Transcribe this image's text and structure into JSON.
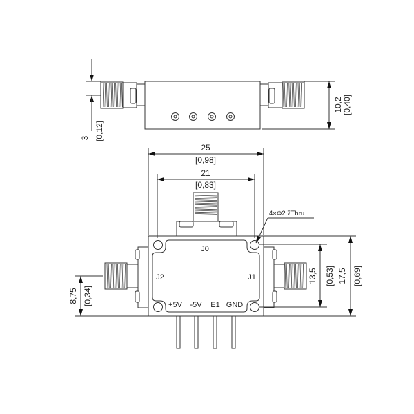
{
  "top_view": {
    "dim_height": {
      "value": "10,2",
      "inch": "[0,40]"
    },
    "dim_offset": {
      "value": "3",
      "inch": "[0,12]"
    }
  },
  "bottom_view": {
    "dim_width": {
      "value": "25",
      "inch": "[0,98]"
    },
    "dim_hole_spacing_x": {
      "value": "21",
      "inch": "[0,83]"
    },
    "dim_hole_spacing_y": {
      "value": "13,5",
      "inch": "[0,53]"
    },
    "dim_height": {
      "value": "17,5",
      "inch": "[0,69]"
    },
    "dim_connector_offset": {
      "value": "8,75",
      "inch": "[0,34]"
    },
    "hole_note": "4×Φ2.7Thru",
    "ports": {
      "j0": "J0",
      "j1": "J1",
      "j2": "J2"
    },
    "pins": [
      "+5V",
      "-5V",
      "E1",
      "GND"
    ]
  },
  "colors": {
    "line": "#333333",
    "background": "#ffffff"
  }
}
